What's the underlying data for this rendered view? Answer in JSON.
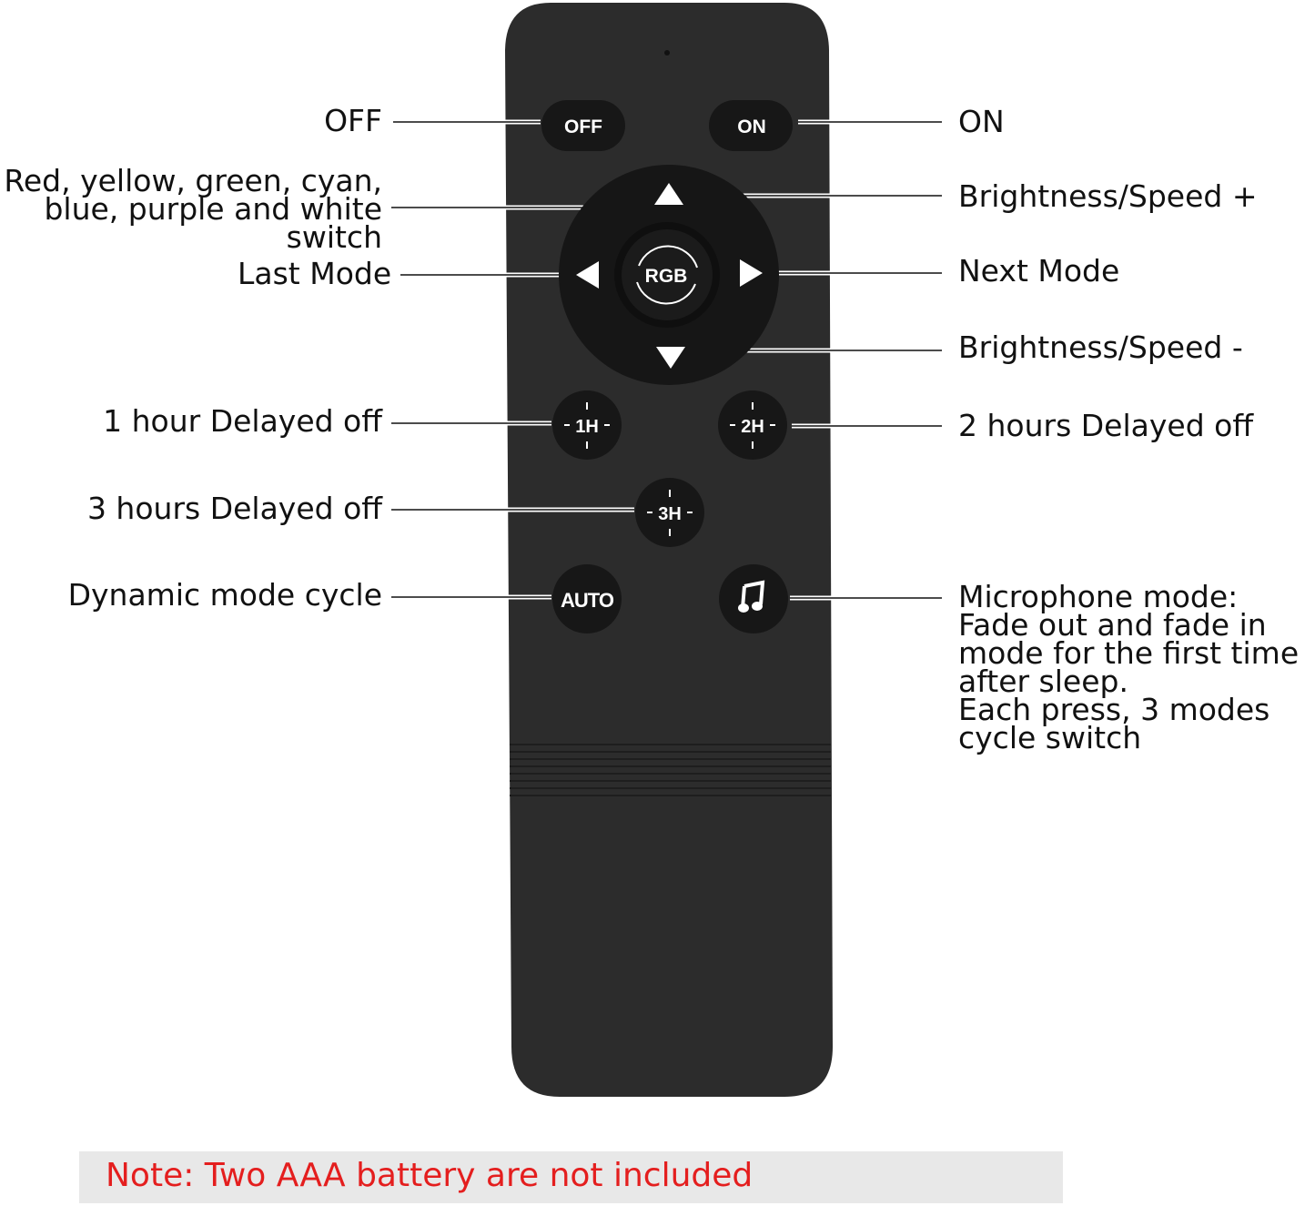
{
  "labels": {
    "off": "OFF",
    "on": "ON",
    "rgb": "Red, yellow, green, cyan,\nblue, purple and white\nswitch",
    "brightness_plus": "Brightness/Speed +",
    "last_mode": "Last Mode",
    "next_mode": "Next Mode",
    "brightness_minus": "Brightness/Speed -",
    "delay_1h": "1 hour Delayed off",
    "delay_2h": "2 hours Delayed off",
    "delay_3h": "3 hours Delayed off",
    "auto": "Dynamic mode cycle",
    "mic": "Microphone mode:\nFade out and fade in\nmode for the first time\nafter sleep.\nEach press, 3 modes\ncycle switch"
  },
  "buttons": {
    "off": "OFF",
    "on": "ON",
    "rgb": "RGB",
    "h1": "1H",
    "h2": "2H",
    "h3": "3H",
    "auto": "AUTO",
    "music_icon": "music-note-icon"
  },
  "note": "Note: Two AAA battery are not included",
  "colors": {
    "remote": "#2b2b2b",
    "button": "#1a1a1a",
    "note_text": "#e41e1e",
    "note_bg": "#e8e8e8"
  }
}
